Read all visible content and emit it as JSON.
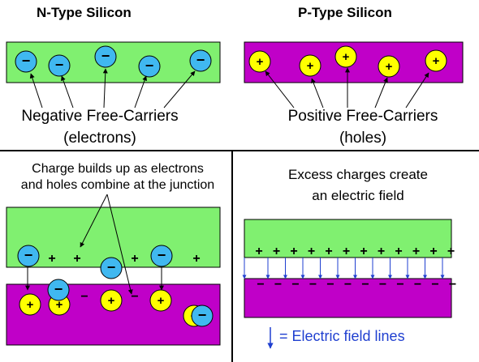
{
  "panels": {
    "n_type": {
      "title": "N-Type Silicon",
      "carrier_label": "Negative Free-Carriers",
      "carrier_sub": "(electrons)"
    },
    "p_type": {
      "title": "P-Type Silicon",
      "carrier_label": "Positive Free-Carriers",
      "carrier_sub": "(holes)"
    },
    "junction": {
      "caption_line1": "Charge builds up as electrons",
      "caption_line2": "and holes combine at the junction"
    },
    "field": {
      "caption_line1": "Excess charges create",
      "caption_line2": "an electric field",
      "legend": "= Electric field lines"
    }
  },
  "symbols": {
    "electron": "−",
    "hole": "+"
  },
  "colors": {
    "n_region": "#80f070",
    "p_region": "#c000c8",
    "electron": "#40b8f0",
    "hole": "#ffff00",
    "field_line": "#1f3fd0"
  }
}
